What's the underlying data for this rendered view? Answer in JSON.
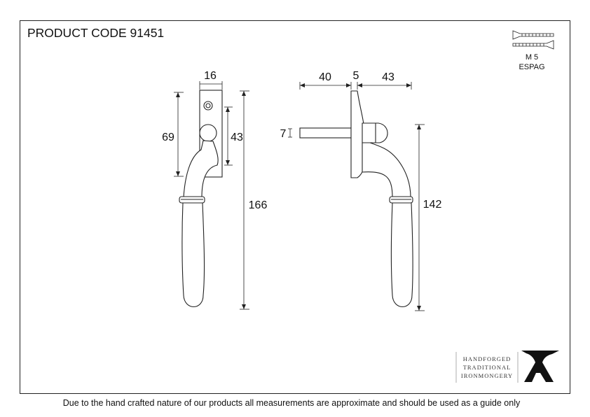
{
  "header": {
    "product_code": "PRODUCT CODE 91451"
  },
  "screw_key": {
    "size": "M 5",
    "type": "ESPAG"
  },
  "front_view": {
    "plate_width": "16",
    "spindle_height": "69",
    "handle_offset": "43",
    "overall_height": "166"
  },
  "side_view": {
    "spindle_length": "40",
    "plate_thickness": "5",
    "projection": "43",
    "spindle_size": "7",
    "handle_length": "142"
  },
  "logo": {
    "line1": "HANDFORGED",
    "line2": "TRADITIONAL",
    "line3": "IRONMONGERY"
  },
  "footer": {
    "disclaimer": "Due to the hand crafted nature of our products all measurements are approximate and should be used as a guide only"
  }
}
